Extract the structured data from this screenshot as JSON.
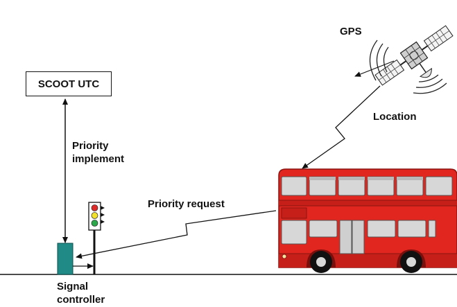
{
  "labels": {
    "gps": "GPS",
    "location": "Location",
    "scoot": "SCOOT UTC",
    "priority_implement_line1": "Priority",
    "priority_implement_line2": "implement",
    "priority_request": "Priority request",
    "signal_controller_line1": "Signal",
    "signal_controller_line2": "controller"
  },
  "colors": {
    "bus_red": "#e0261f",
    "bus_dark": "#8a1410",
    "window": "#d7d7d7",
    "controller": "#1f8a86",
    "light_red": "#e02a2a",
    "light_yellow": "#f2e12a",
    "light_green": "#2aa84a"
  },
  "icons": {
    "satellite": "satellite-icon",
    "traffic_light": "traffic-light-icon",
    "bus": "double-decker-bus-icon",
    "controller": "signal-controller-box-icon"
  }
}
